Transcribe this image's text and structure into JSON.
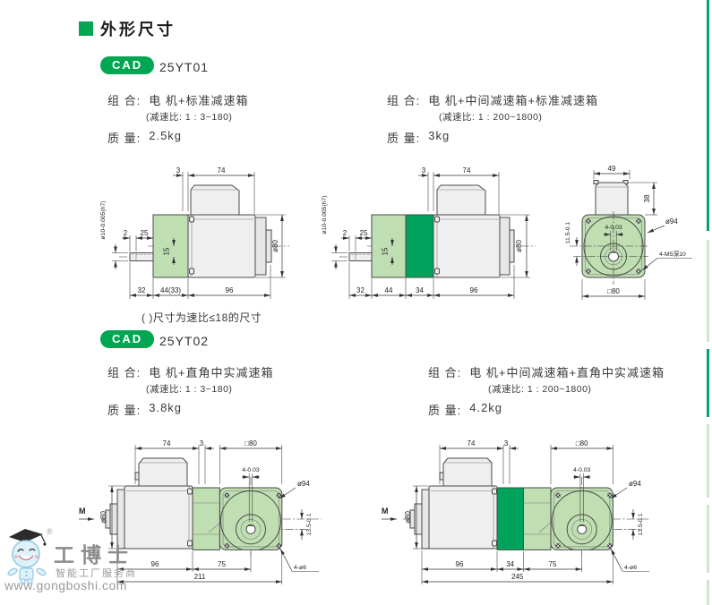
{
  "header": {
    "title": "外形尺寸"
  },
  "colors": {
    "accent": "#00a651",
    "gear_light": "#bfdfb2",
    "gear_dark": "#00a35c",
    "edge_light": "#cfe6cc"
  },
  "s1": {
    "badge": "CAD",
    "model": "25YT01",
    "left": {
      "combo_label": "组 合:",
      "combo": "电 机+标准减速箱",
      "ratio": "(减速比: 1 : 3~180)",
      "mass_label": "质 量:",
      "mass": "2.5kg"
    },
    "right": {
      "combo_label": "组 合:",
      "combo": "电 机+中间减速箱+标准减速箱",
      "ratio": "(减速比: 1 : 200~1800)",
      "mass_label": "质 量:",
      "mass": "3kg"
    },
    "note": "( )尺寸为速比≤18的尺寸"
  },
  "s2": {
    "badge": "CAD",
    "model": "25YT02",
    "left": {
      "combo_label": "组 合:",
      "combo": "电 机+直角中实减速箱",
      "ratio": "(减速比: 1 : 3~180)",
      "mass_label": "质 量:",
      "mass": "3.8kg"
    },
    "right": {
      "combo_label": "组 合:",
      "combo": "电 机+中间减速箱+直角中实减速箱",
      "ratio": "(减速比: 1 : 200~1800)",
      "mass_label": "质 量:",
      "mass": "4.2kg"
    }
  },
  "dw": {
    "a": {
      "d3": "3",
      "d74": "74",
      "shaft": "ø10-0.005(h7)",
      "d2": "2",
      "d25": "25",
      "d15": "15",
      "d80": "ø80",
      "b32": "32",
      "b44": "44(33)",
      "b96": "96"
    },
    "b": {
      "d3": "3",
      "d74": "74",
      "shaft": "ø10-0.005(h7)",
      "d2": "2",
      "d25": "25",
      "d15": "15",
      "d80": "ø80",
      "b32": "32",
      "b44": "44",
      "b34": "34",
      "b96": "96"
    },
    "c": {
      "d49": "49",
      "d38": "38",
      "key": "4-0.03",
      "off": "11.5-0.1",
      "d94": "ø94",
      "holes": "4-M5深10",
      "sq": "□80"
    },
    "d": {
      "d74": "74",
      "d3": "3",
      "sq": "□80",
      "key": "4-0.03",
      "d94": "ø94",
      "off": "13.5-0.1",
      "holes": "4-ø6",
      "m": "M",
      "d80": "ø80",
      "b96": "96",
      "b75": "75",
      "total": "211"
    },
    "e": {
      "d74": "74",
      "d3": "3",
      "sq": "□80",
      "key": "4-0.03",
      "d94": "ø94",
      "off": "13.5-0.1",
      "holes": "4-ø6",
      "m": "M",
      "d80": "ø80",
      "b96": "96",
      "b34": "34",
      "b75": "75",
      "total": "245"
    }
  },
  "wm": {
    "brand": "工博士",
    "reg": "®",
    "tagline": "智能工厂服务商",
    "url": "www.gongboshi.com"
  }
}
